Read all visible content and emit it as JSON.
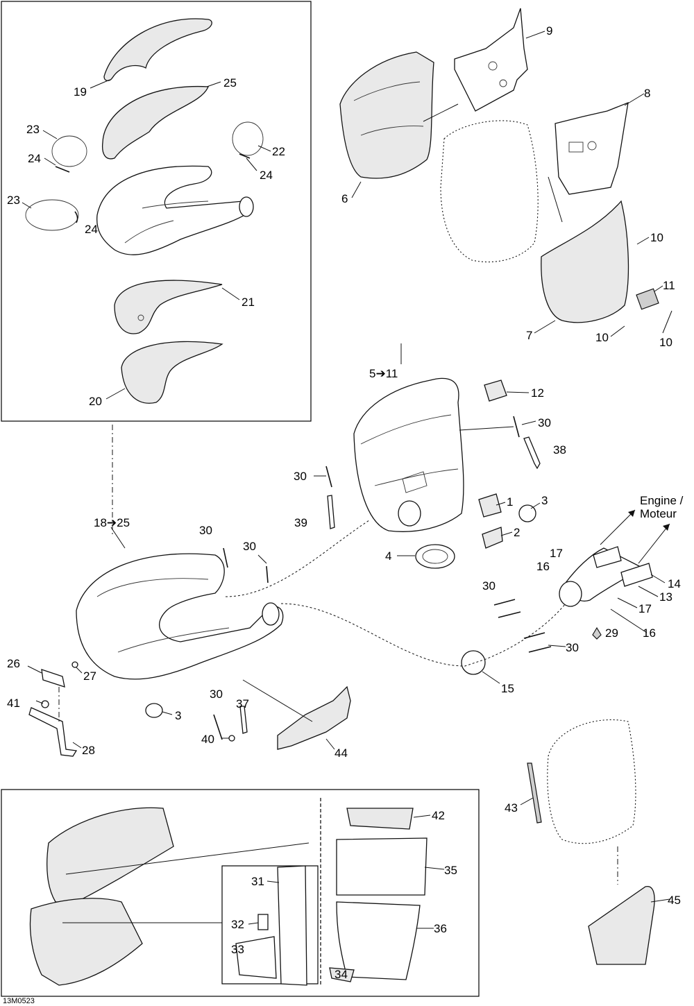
{
  "figure_code": "13M0523",
  "engine_label": [
    "Engine /",
    "Moteur"
  ],
  "callouts": {
    "c1": "1",
    "c2": "2",
    "c3a": "3",
    "c3b": "3",
    "c4": "4",
    "c5": "5➔11",
    "c6": "6",
    "c7": "7",
    "c8": "8",
    "c9": "9",
    "c10a": "10",
    "c10b": "10",
    "c10c": "10",
    "c11": "11",
    "c12": "12",
    "c13": "13",
    "c14": "14",
    "c15": "15",
    "c16a": "16",
    "c16b": "16",
    "c17a": "17",
    "c17b": "17",
    "c18": "18➔25",
    "c19": "19",
    "c20": "20",
    "c21": "21",
    "c22": "22",
    "c23a": "23",
    "c23b": "23",
    "c24a": "24",
    "c24b": "24",
    "c24c": "24",
    "c25": "25",
    "c26": "26",
    "c27": "27",
    "c28": "28",
    "c29": "29",
    "c30a": "30",
    "c30b": "30",
    "c30c": "30",
    "c30d": "30",
    "c30e": "30",
    "c30f": "30",
    "c30g": "30",
    "c31": "31",
    "c32": "32",
    "c33": "33",
    "c34": "34",
    "c35": "35",
    "c36": "36",
    "c37": "37",
    "c38": "38",
    "c39": "39",
    "c40": "40",
    "c41": "41",
    "c42": "42",
    "c43": "43",
    "c44": "44",
    "c45": "45"
  }
}
